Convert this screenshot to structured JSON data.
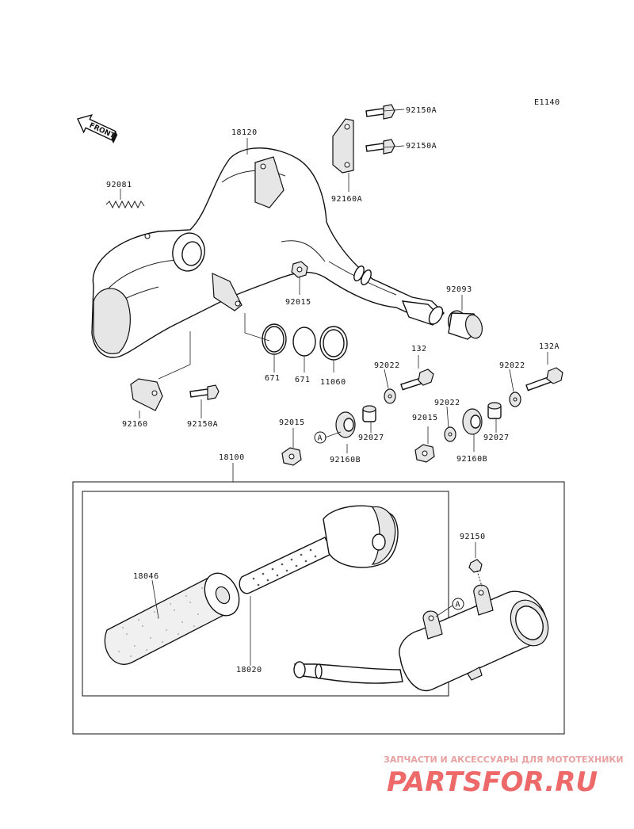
{
  "diagram_code": "E1140",
  "front_label": "FRONT",
  "labels": {
    "p92150A_1": "92150A",
    "p92150A_2": "92150A",
    "p18120": "18120",
    "p92081": "92081",
    "p92160A": "92160A",
    "p92015_1": "92015",
    "p92093": "92093",
    "p671_1": "671",
    "p671_2": "671",
    "p11060": "11060",
    "p132": "132",
    "p132A": "132A",
    "p92022_1": "92022",
    "p92022_2": "92022",
    "p92022_3": "92022",
    "p92160": "92160",
    "p92150A_3": "92150A",
    "p92015_2": "92015",
    "p92015_3": "92015",
    "p92027_1": "92027",
    "p92027_2": "92027",
    "p92160B_1": "92160B",
    "p92160B_2": "92160B",
    "p18100": "18100",
    "p92150": "92150",
    "p18046": "18046",
    "p18020": "18020",
    "ref_a1": "A",
    "ref_a2": "A"
  },
  "watermark": {
    "tagline": "ЗАПЧАСТИ И АКСЕССУАРЫ ДЛЯ МОТОТЕХНИКИ",
    "logo": "PARTSFOR.RU"
  }
}
